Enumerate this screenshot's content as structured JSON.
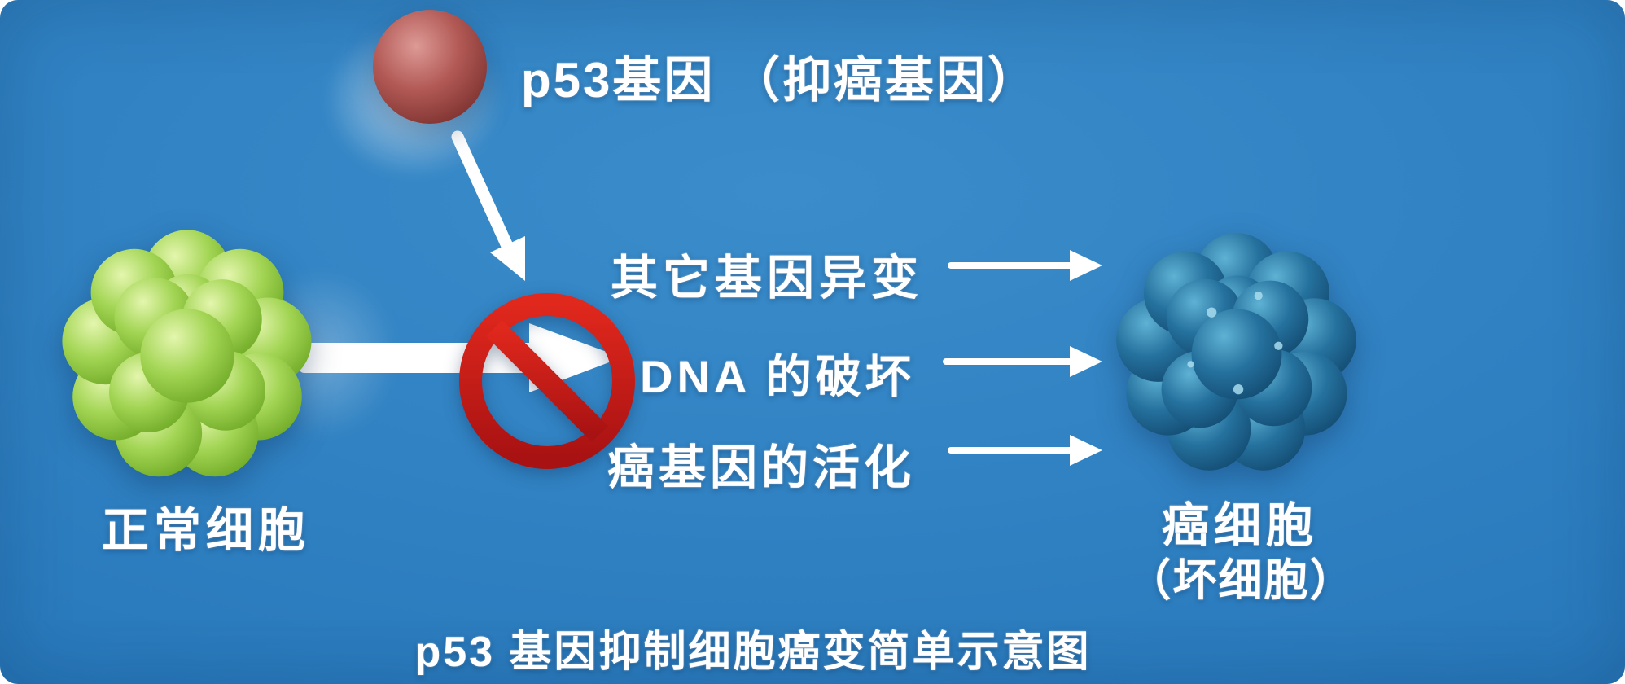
{
  "diagram": {
    "p53_label": "p53基因 （抑癌基因）",
    "normal_cell_label": "正常细胞",
    "cancer_cell_label": "癌细胞",
    "cancer_cell_sublabel": "（坏细胞）",
    "pathways": [
      "其它基因异变",
      "DNA 的破坏",
      "癌基因的活化"
    ],
    "caption": "p53 基因抑制细胞癌变简单示意图",
    "icons": {
      "prohibition": "red circle with diagonal slash (blocking symbol)",
      "arrow_right": "→",
      "arrow_down_right": "↘"
    },
    "colors": {
      "background": "#2b7cbe",
      "p53_sphere": "#b35b5b",
      "normal_cell": "#8fc641",
      "cancer_cell": "#1d6390",
      "prohibition_sign": "#cf1d1d",
      "text": "#ffffff"
    }
  }
}
